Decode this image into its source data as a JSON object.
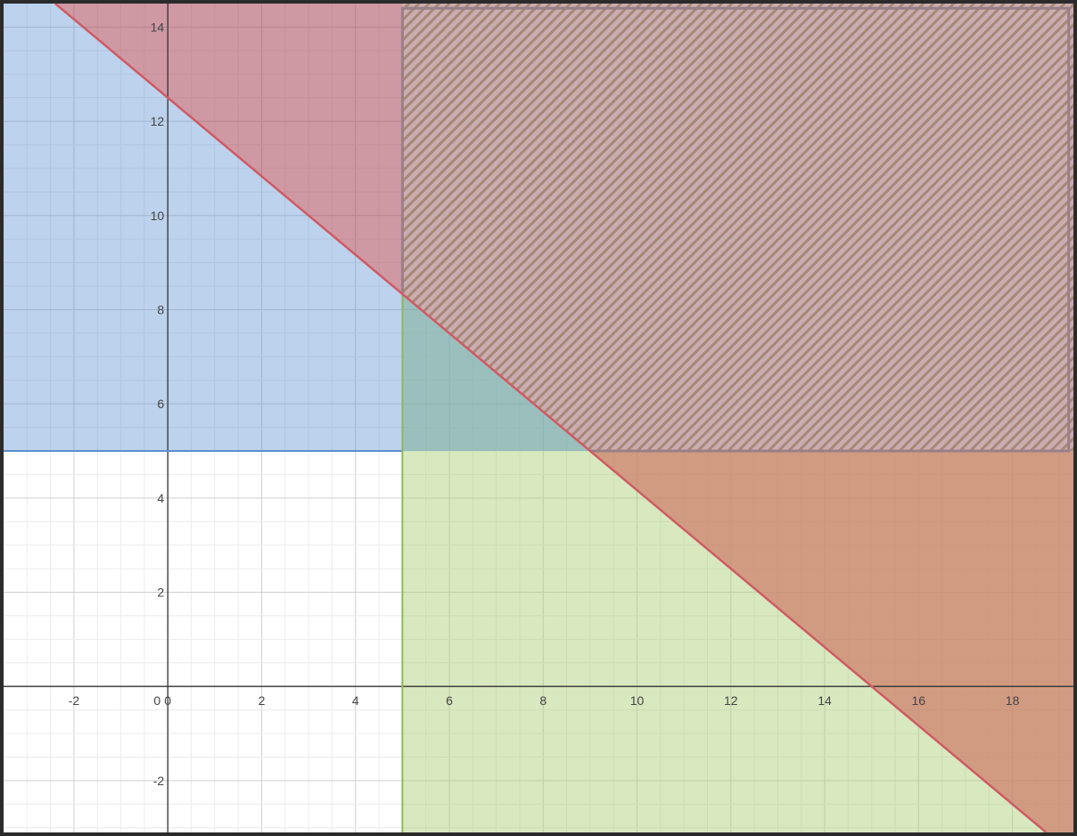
{
  "chart_data": {
    "type": "area",
    "title": "",
    "xlabel": "",
    "ylabel": "",
    "xlim": [
      -3.5,
      19.3
    ],
    "ylim": [
      -3.1,
      14.5
    ],
    "grid": true,
    "minor_grid_step": 0.5,
    "major_grid_step": 2,
    "x_ticks": [
      -2,
      0,
      2,
      4,
      6,
      8,
      10,
      12,
      14,
      16,
      18
    ],
    "y_ticks": [
      -2,
      2,
      4,
      6,
      8,
      10,
      12,
      14
    ],
    "x_tick_labels": [
      "-2",
      "0",
      "2",
      "4",
      "6",
      "8",
      "10",
      "12",
      "14",
      "16",
      "18"
    ],
    "y_tick_labels": [
      "-2",
      "2",
      "4",
      "6",
      "8",
      "10",
      "12",
      "14"
    ],
    "origin_label": "0",
    "series": [
      {
        "inequality": "y >= 5",
        "boundary": {
          "type": "horizontal",
          "y": 5
        },
        "color": "#5b8fd1"
      },
      {
        "inequality": "x >= 5",
        "boundary": {
          "type": "vertical",
          "x": 5
        },
        "color": "#8fc04a"
      },
      {
        "inequality": "y >= 12.5 - (5/6)x",
        "boundary": {
          "type": "line",
          "points": [
            [
              0,
              12.5
            ],
            [
              15,
              0
            ]
          ]
        },
        "color": "#c24a50"
      }
    ],
    "feasible_region": {
      "vertices": [
        [
          5,
          8.333
        ],
        [
          9,
          5
        ],
        [
          19.3,
          5
        ],
        [
          19.3,
          14.5
        ],
        [
          5,
          14.5
        ]
      ],
      "pattern": "diagonal-hatch",
      "color": "#a78a96"
    },
    "colors": {
      "blue_fill": "#5b8fd1",
      "green_fill": "#a9cd72",
      "red_fill": "#a8455a",
      "orange_fill": "#c98a6c",
      "red_line": "#cf5a64",
      "blue_line": "#5b8fd1",
      "green_line": "#8fb85a"
    }
  }
}
